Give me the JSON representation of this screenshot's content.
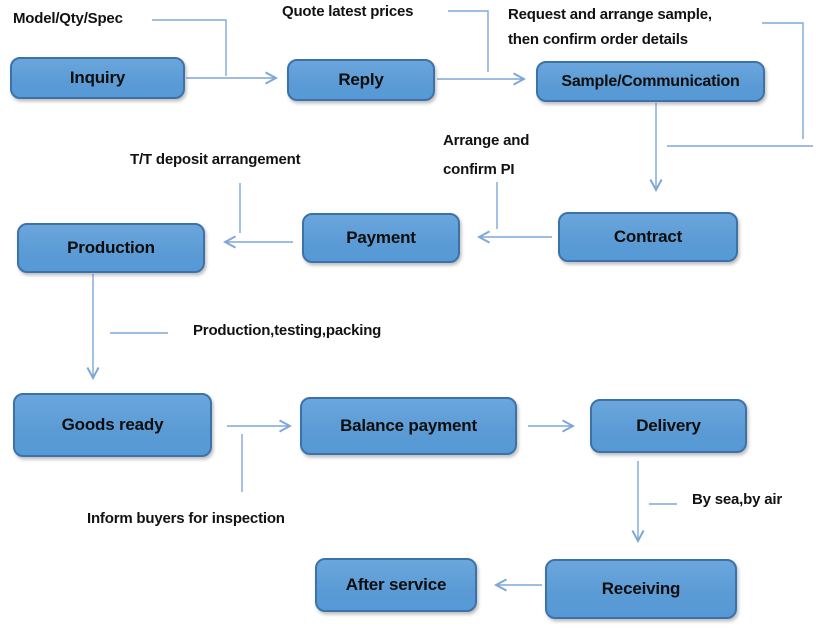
{
  "diagram": {
    "type": "flowchart",
    "nodes": {
      "inquiry": {
        "label": "Inquiry"
      },
      "reply": {
        "label": "Reply"
      },
      "sample": {
        "label": "Sample/Communication"
      },
      "contract": {
        "label": "Contract"
      },
      "payment": {
        "label": "Payment"
      },
      "production": {
        "label": "Production"
      },
      "goods_ready": {
        "label": "Goods ready"
      },
      "balance_payment": {
        "label": "Balance payment"
      },
      "delivery": {
        "label": "Delivery"
      },
      "receiving": {
        "label": "Receiving"
      },
      "after_service": {
        "label": "After service"
      }
    },
    "annotations": {
      "model_qty_spec": "Model/Qty/Spec",
      "quote_latest_prices": "Quote latest prices",
      "request_sample_line1": "Request and arrange sample,",
      "request_sample_line2": "then confirm order details",
      "arrange_pi_line1": "Arrange  and",
      "arrange_pi_line2": "confirm PI",
      "tt_deposit": "T/T deposit arrangement",
      "production_testing": "Production,testing,packing",
      "inform_buyers": "Inform buyers for inspection",
      "by_sea": "By sea,by air"
    },
    "edges": [
      {
        "from": "Inquiry",
        "to": "Reply",
        "label": "Model/Qty/Spec"
      },
      {
        "from": "Reply",
        "to": "Sample/Communication",
        "label": "Quote latest prices"
      },
      {
        "from": "Sample/Communication",
        "to": "Contract",
        "label": "Request and arrange sample, then confirm order details"
      },
      {
        "from": "Contract",
        "to": "Payment",
        "label": "Arrange and confirm PI"
      },
      {
        "from": "Payment",
        "to": "Production",
        "label": "T/T deposit arrangement"
      },
      {
        "from": "Production",
        "to": "Goods ready",
        "label": "Production,testing,packing"
      },
      {
        "from": "Goods ready",
        "to": "Balance payment",
        "label": "Inform buyers for inspection"
      },
      {
        "from": "Balance payment",
        "to": "Delivery",
        "label": ""
      },
      {
        "from": "Delivery",
        "to": "Receiving",
        "label": "By sea,by air"
      },
      {
        "from": "Receiving",
        "to": "After service",
        "label": ""
      }
    ],
    "colors": {
      "node_fill": "#5b9bd5",
      "node_border": "#3d72a8",
      "connector": "#7ea7d8",
      "text": "#000000",
      "background": "#ffffff"
    }
  }
}
